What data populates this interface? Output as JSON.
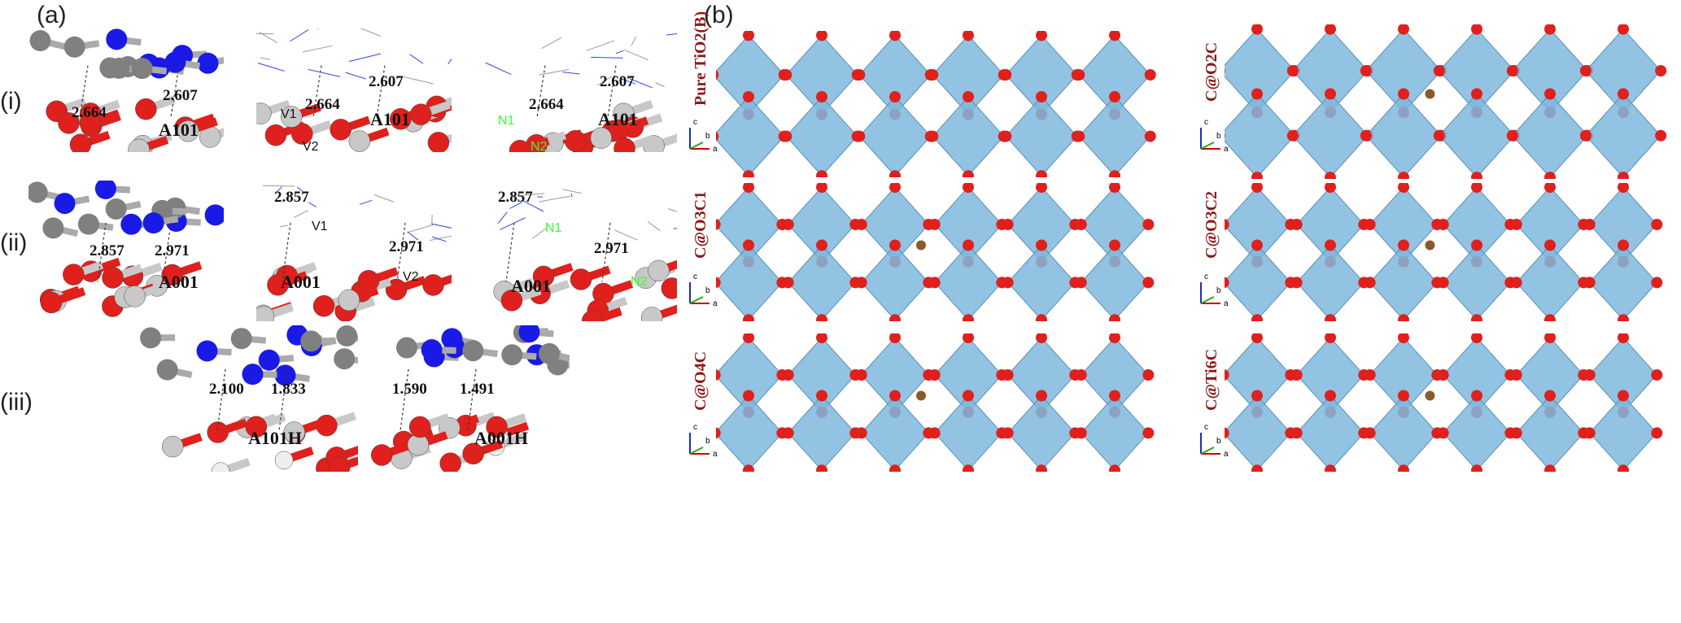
{
  "panel_a": {
    "label": "(a)",
    "row_labels": [
      "(i)",
      "(ii)",
      "(iii)"
    ],
    "subpanels": [
      {
        "site": "A101",
        "distances": [
          "2.664",
          "2.607"
        ],
        "atoms": []
      },
      {
        "site": "A101",
        "distances": [
          "2.664",
          "2.607"
        ],
        "atoms": [
          "V1",
          "V2"
        ]
      },
      {
        "site": "A101",
        "distances": [
          "2.664",
          "2.607"
        ],
        "atoms": [
          "N1",
          "N2"
        ]
      },
      {
        "site": "A001",
        "distances": [
          "2.857",
          "2.971"
        ],
        "atoms": []
      },
      {
        "site": "A001",
        "distances": [
          "2.857",
          "2.971"
        ],
        "atoms": [
          "V1",
          "V2"
        ]
      },
      {
        "site": "A001",
        "distances": [
          "2.857",
          "2.971"
        ],
        "atoms": [
          "N1",
          "N2"
        ]
      },
      {
        "site": "A101H",
        "distances": [
          "2.100",
          "1.833"
        ],
        "atoms": []
      },
      {
        "site": "A001H",
        "distances": [
          "1.590",
          "1.491"
        ],
        "atoms": []
      }
    ]
  },
  "panel_b": {
    "label": "(b)",
    "structures": [
      {
        "label": "Pure TiO2(B)",
        "axes": [
          "c",
          "b",
          "a"
        ]
      },
      {
        "label": "C@O2C",
        "axes": [
          "c",
          "b",
          "a"
        ]
      },
      {
        "label": "C@O3C1",
        "axes": [
          "c",
          "b",
          "a"
        ]
      },
      {
        "label": "C@O3C2",
        "axes": [
          "c",
          "b",
          "a"
        ]
      },
      {
        "label": "C@O4C",
        "axes": [
          "c",
          "b",
          "a"
        ]
      },
      {
        "label": "C@Ti6C",
        "axes": [
          "c",
          "b",
          "a"
        ]
      }
    ]
  },
  "colors": {
    "oxygen": "#e0201c",
    "titanium": "#c8c8c8",
    "nitrogen": "#1a1ae6",
    "carbon": "#808080",
    "octahedron": "#7fb8dd",
    "dopant": "#8b5a2b",
    "label_red": "#8b1a1a"
  }
}
